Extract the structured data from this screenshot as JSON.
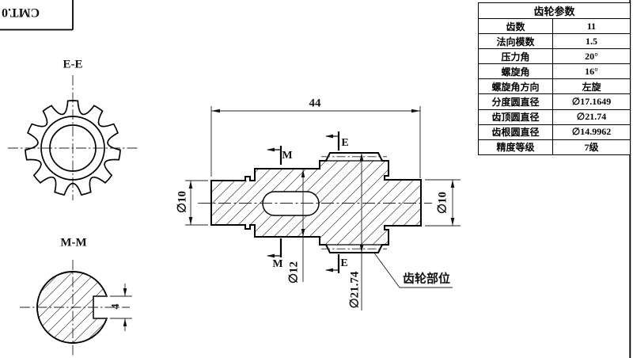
{
  "sheet": {
    "part_number_text": "CMT.0"
  },
  "labels": {
    "gear_section_view": "E-E",
    "key_section_view": "M-M",
    "cut_m": "M",
    "cut_e": "E",
    "gear_part_leader": "齿轮部位"
  },
  "dimensions": {
    "overall_length": "44",
    "left_journal_dia": "∅10",
    "right_journal_dia": "∅10",
    "middle_dia": "∅12",
    "gear_tip_dia": "∅21.74",
    "keyway_width": "4"
  },
  "gear_view": {
    "teeth_count": 11
  },
  "gear_table": {
    "title": "齿轮参数",
    "rows": [
      {
        "label": "齿数",
        "value": "11"
      },
      {
        "label": "法向模数",
        "value": "1.5"
      },
      {
        "label": "压力角",
        "value": "20°"
      },
      {
        "label": "螺旋角",
        "value": "16°"
      },
      {
        "label": "螺旋角方向",
        "value": "左旋"
      },
      {
        "label": "分度圆直径",
        "value": "∅17.1649"
      },
      {
        "label": "齿顶圆直径",
        "value": "∅21.74"
      },
      {
        "label": "齿根圆直径",
        "value": "∅14.9962"
      },
      {
        "label": "精度等级",
        "value": "7级"
      }
    ]
  }
}
